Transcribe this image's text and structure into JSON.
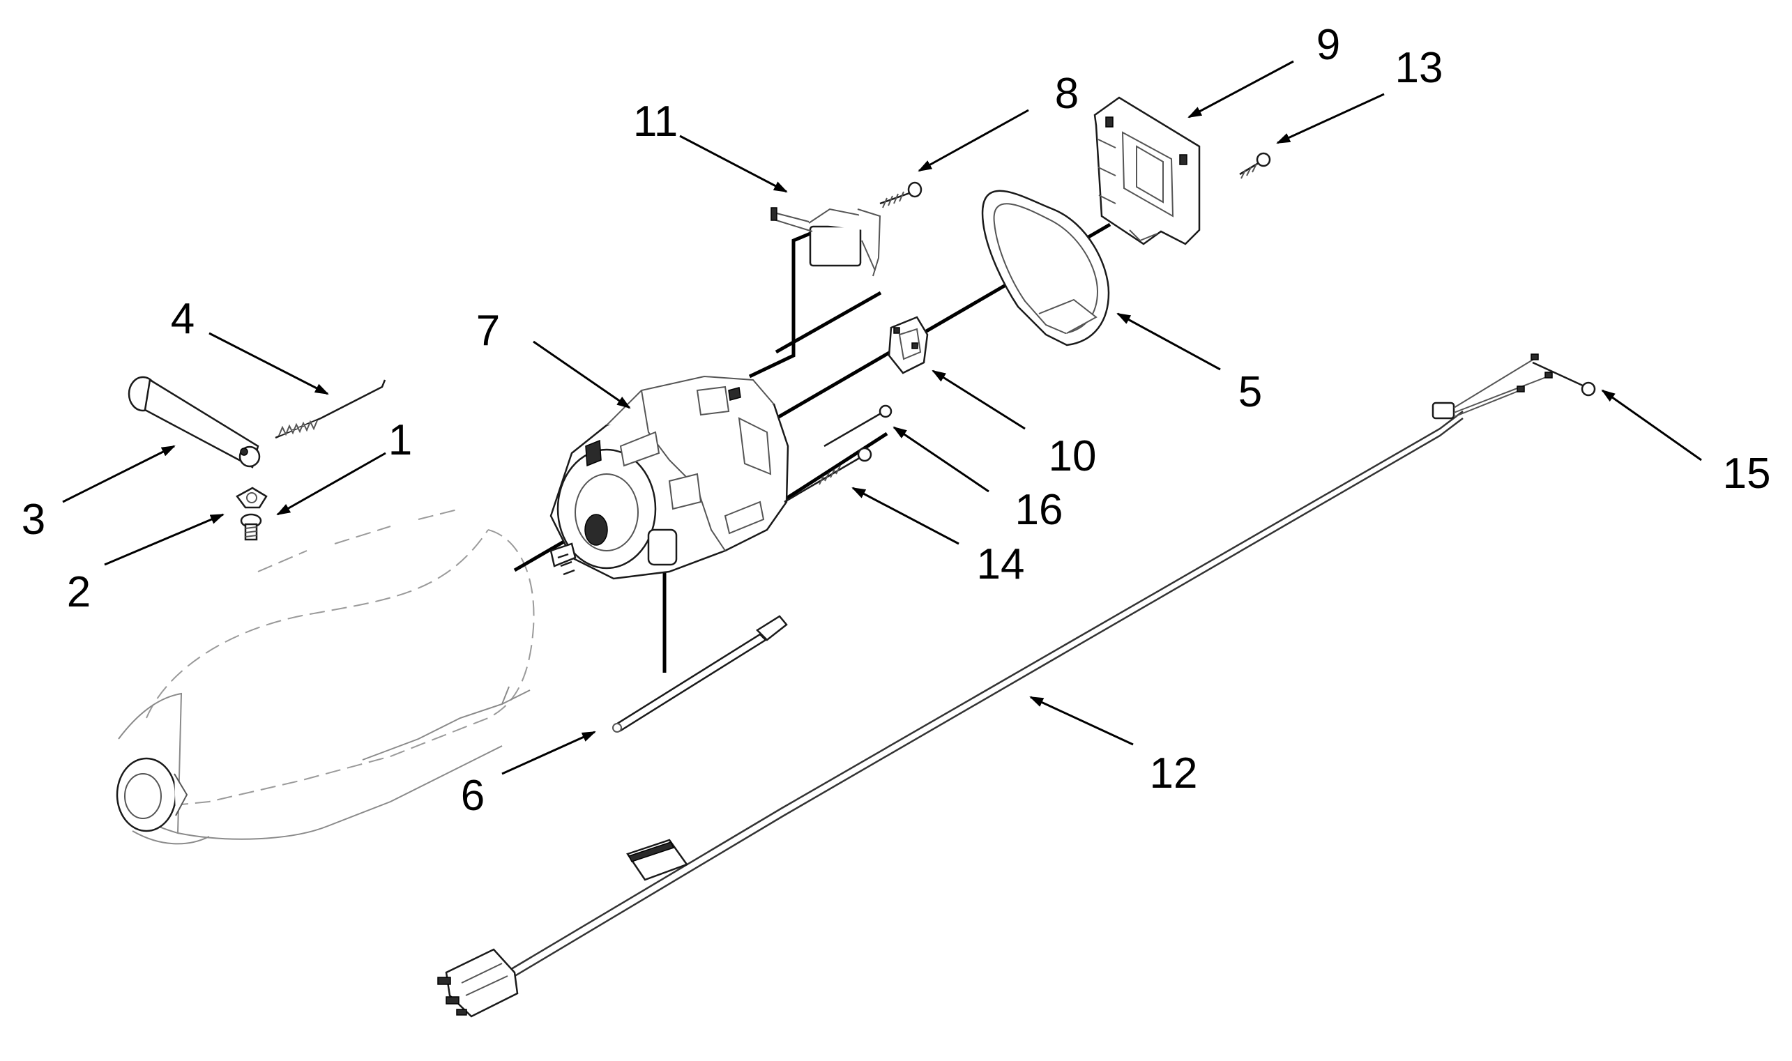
{
  "callouts": [
    {
      "id": "1",
      "label": "1"
    },
    {
      "id": "2",
      "label": "2"
    },
    {
      "id": "3",
      "label": "3"
    },
    {
      "id": "4",
      "label": "4"
    },
    {
      "id": "5",
      "label": "5"
    },
    {
      "id": "6",
      "label": "6"
    },
    {
      "id": "7",
      "label": "7"
    },
    {
      "id": "8",
      "label": "8"
    },
    {
      "id": "9",
      "label": "9"
    },
    {
      "id": "10",
      "label": "10"
    },
    {
      "id": "11",
      "label": "11"
    },
    {
      "id": "12",
      "label": "12"
    },
    {
      "id": "13",
      "label": "13"
    },
    {
      "id": "14",
      "label": "14"
    },
    {
      "id": "15",
      "label": "15"
    },
    {
      "id": "16",
      "label": "16"
    }
  ],
  "colors": {
    "background": "#ffffff",
    "ink": "#000000",
    "ghost_outline": "#9a9a9a"
  }
}
